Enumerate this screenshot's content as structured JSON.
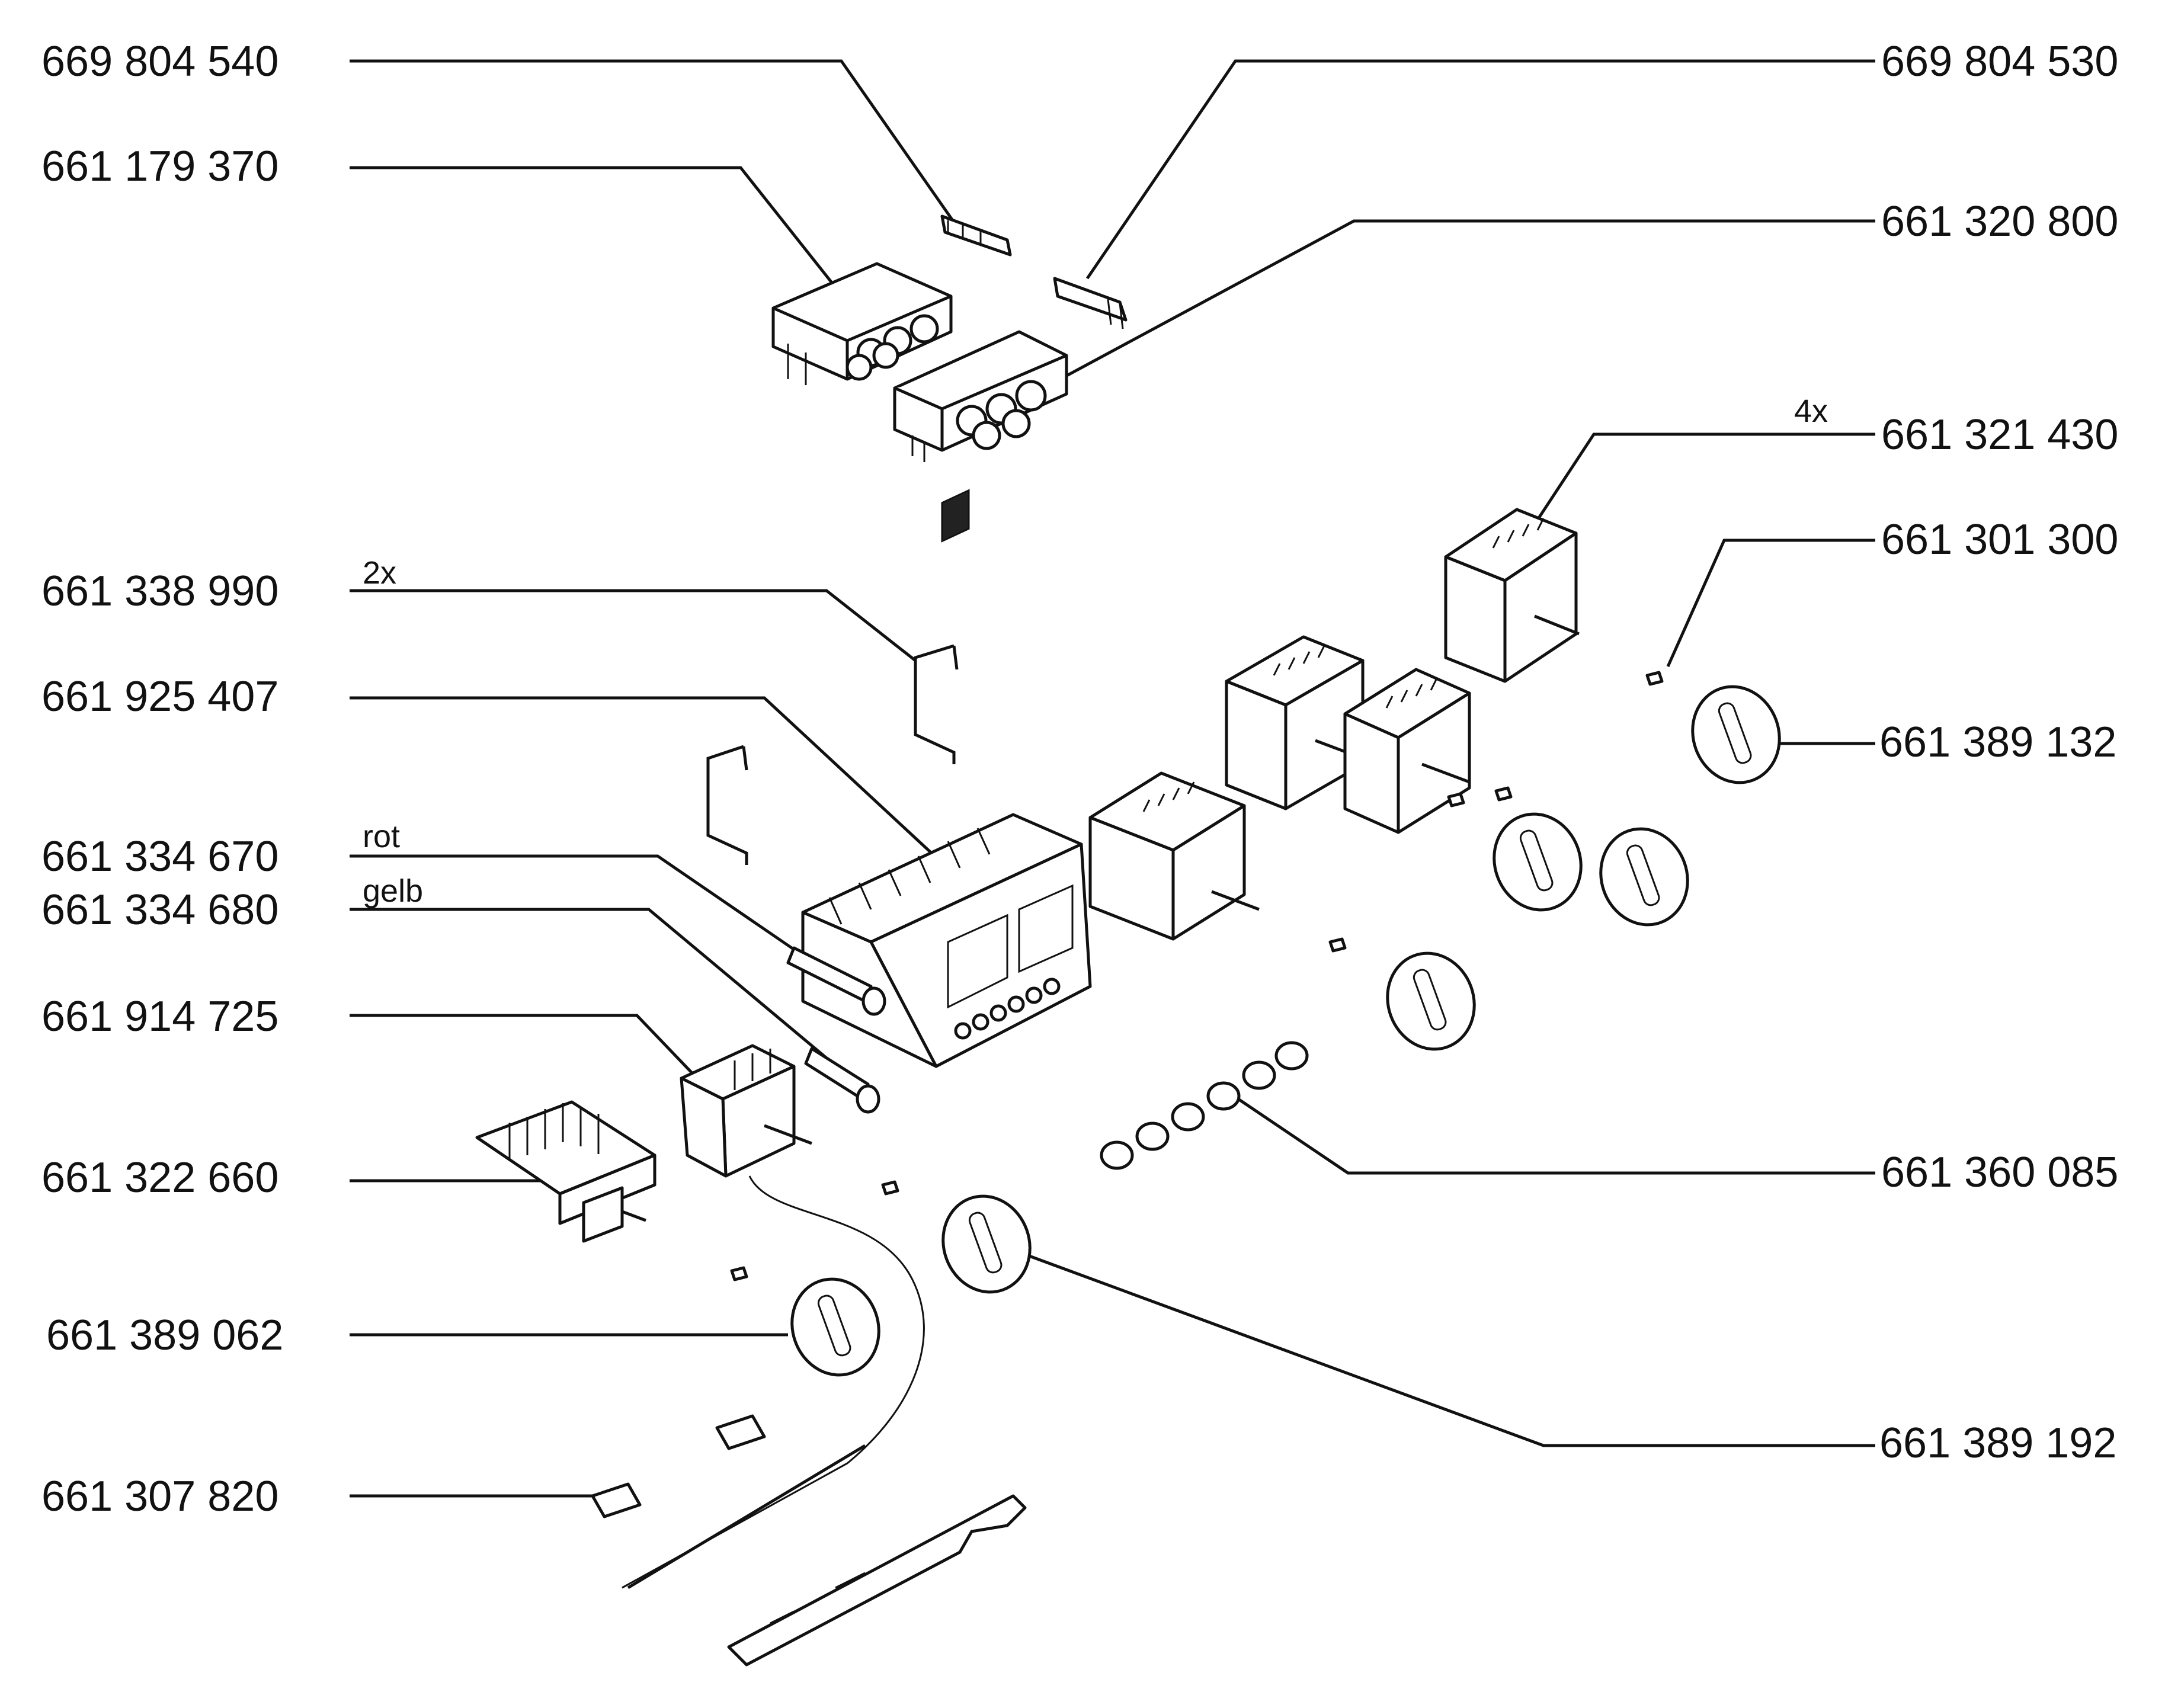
{
  "diagram": {
    "part_numbers": {
      "pn_669804540": "669 804 540",
      "pn_661179370": "661 179 370",
      "pn_661338990": "661 338 990",
      "pn_661925407": "661 925 407",
      "pn_661334670": "661 334 670",
      "pn_661334680": "661 334 680",
      "pn_661914725": "661 914 725",
      "pn_661322660": "661 322 660",
      "pn_661389062": "661 389 062",
      "pn_661307820": "661 307 820",
      "pn_669804530": "669 804 530",
      "pn_661320800": "661 320 800",
      "pn_661321430": "661 321 430",
      "pn_661301300": "661 301 300",
      "pn_661389132": "661 389 132",
      "pn_661360085": "661 360 085",
      "pn_661389192": "661 389 192"
    },
    "notes": {
      "qty_2x": "2x",
      "qty_4x": "4x",
      "color_rot": "rot",
      "color_gelb": "gelb"
    }
  }
}
